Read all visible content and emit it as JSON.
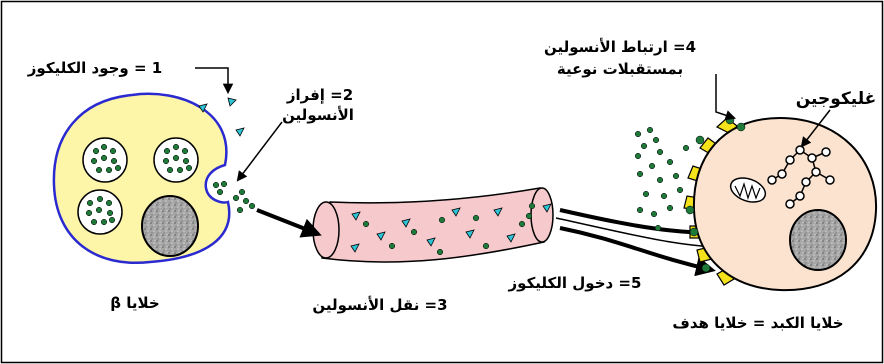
{
  "labels": {
    "step1": "1 = وجود الكليكوز",
    "step2_line1": "2= إفراز",
    "step2_line2": "الأنسولين",
    "step3": "3= نقل الأنسولين",
    "step4_line1": "4= ارتباط الأنسولين",
    "step4_line2": "بمستقبلات نوعية",
    "step5": "5= دخول الكليكوز",
    "glycogen": "غليكوجين",
    "beta_cells": "خلايا β",
    "liver_cells": "خلايا الكبد = خلايا هدف"
  },
  "colors": {
    "beta_cell_fill": "#fdf6a8",
    "beta_cell_border": "#2a2ad0",
    "granule": "#1f7a3a",
    "glucose": "#2ec4d6",
    "vessel_fill": "#f6c9cc",
    "liver_cell_fill": "#fbe3cf",
    "receptor": "#f5e21a",
    "nucleus": "#9a9a9a"
  }
}
